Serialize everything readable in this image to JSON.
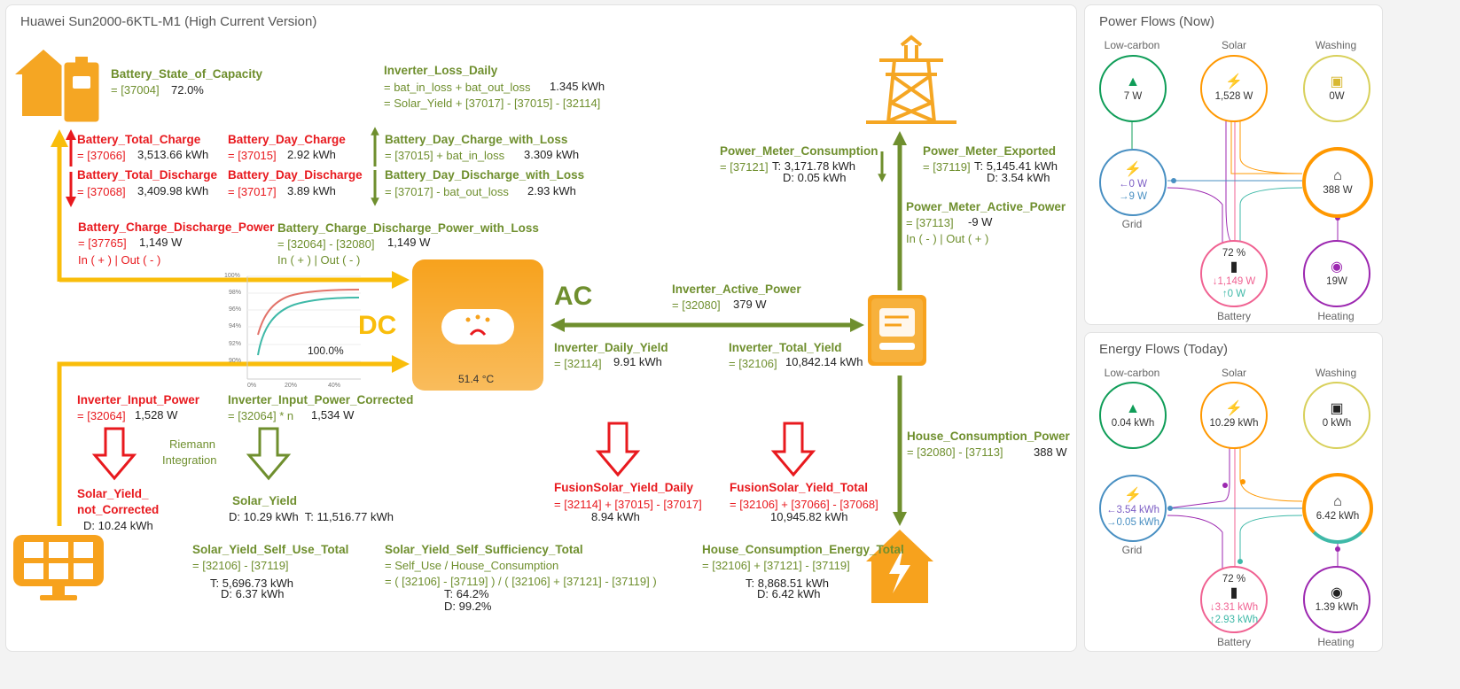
{
  "main": {
    "title": "Huawei Sun2000-6KTL-M1 (High Current Version)",
    "battery_soc": {
      "name": "Battery_State_of_Capacity",
      "formula": "= [37004]",
      "value": "72.0%"
    },
    "inv_loss": {
      "name": "Inverter_Loss_Daily",
      "formula1": "= bat_in_loss + bat_out_loss",
      "value": "1.345 kWh",
      "formula2": "= Solar_Yield + [37017] - [37015] - [32114]"
    },
    "bat_total_charge": {
      "name": "Battery_Total_Charge",
      "reg": "= [37066]",
      "value": "3,513.66 kWh"
    },
    "bat_total_discharge": {
      "name": "Battery_Total_Discharge",
      "reg": "= [37068]",
      "value": "3,409.98 kWh"
    },
    "bat_day_charge": {
      "name": "Battery_Day_Charge",
      "reg": "= [37015]",
      "value": "2.92 kWh"
    },
    "bat_day_discharge": {
      "name": "Battery_Day_Discharge",
      "reg": "= [37017]",
      "value": "3.89 kWh"
    },
    "bat_day_charge_loss": {
      "name": "Battery_Day_Charge_with_Loss",
      "formula": "= [37015] + bat_in_loss",
      "value": "3.309 kWh"
    },
    "bat_day_discharge_loss": {
      "name": "Battery_Day_Discharge_with_Loss",
      "formula": "= [37017] - bat_out_loss",
      "value": "2.93 kWh"
    },
    "bat_cd_power": {
      "name": "Battery_Charge_Discharge_Power",
      "reg": "= [37765]",
      "value": "1,149 W",
      "dir": "In ( + ) | Out ( - )"
    },
    "bat_cd_power_loss": {
      "name": "Battery_Charge_Discharge_Power_with_Loss",
      "formula": "= [32064] - [32080]",
      "value": "1,149 W",
      "dir": "In ( + ) | Out ( - )"
    },
    "efficiency": {
      "value": "100.0%",
      "y_ticks": [
        "100%",
        "98%",
        "96%",
        "94%",
        "92%",
        "90%"
      ],
      "x_ticks": [
        "0%",
        "20%",
        "40%"
      ]
    },
    "dc_label": "DC",
    "ac_label": "AC",
    "inverter_temp": "51.4 °C",
    "inv_input_power": {
      "name": "Inverter_Input_Power",
      "reg": "= [32064]",
      "value": "1,528 W"
    },
    "inv_input_power_corr": {
      "name": "Inverter_Input_Power_Corrected",
      "formula": "= [32064] * n",
      "value": "1,534 W"
    },
    "riemann": {
      "line1": "Riemann",
      "line2": "Integration"
    },
    "solar_yield_nc": {
      "name1": "Solar_Yield_",
      "name2": "not_Corrected",
      "value": "D: 10.24 kWh"
    },
    "solar_yield": {
      "name": "Solar_Yield",
      "value": "D: 10.29 kWh  T: 11,516.77 kWh"
    },
    "self_use": {
      "name": "Solar_Yield_Self_Use_Total",
      "formula": "= [32106] - [37119]",
      "t": "T: 5,696.73 kWh",
      "d": "D: 6.37 kWh"
    },
    "self_suff": {
      "name": "Solar_Yield_Self_Sufficiency_Total",
      "formula1": "= Self_Use / House_Consumption",
      "formula2": "= ( [32106] - [37119] ) / ( [32106] + [37121] - [37119] )",
      "t": "T: 64.2%",
      "d": "D: 99.2%"
    },
    "inv_active_power": {
      "name": "Inverter_Active_Power",
      "reg": "= [32080]",
      "value": "379 W"
    },
    "inv_daily_yield": {
      "name": "Inverter_Daily_Yield",
      "reg": "= [32114]",
      "value": "9.91 kWh"
    },
    "inv_total_yield": {
      "name": "Inverter_Total_Yield",
      "reg": "= [32106]",
      "value": "10,842.14 kWh"
    },
    "fs_daily": {
      "name": "FusionSolar_Yield_Daily",
      "formula": "= [32114] + [37015] - [37017]",
      "value": "8.94 kWh"
    },
    "fs_total": {
      "name": "FusionSolar_Yield_Total",
      "formula": "= [32106] + [37066] - [37068]",
      "value": "10,945.82 kWh"
    },
    "pm_consumption": {
      "name": "Power_Meter_Consumption",
      "reg": "= [37121]",
      "t": "T: 3,171.78 kWh",
      "d": "D: 0.05 kWh"
    },
    "pm_exported": {
      "name": "Power_Meter_Exported",
      "reg": "= [37119]",
      "t": "T: 5,145.41 kWh",
      "d": "D: 3.54 kWh"
    },
    "pm_active_power": {
      "name": "Power_Meter_Active_Power",
      "reg": "= [37113]",
      "value": "-9 W",
      "dir": "In ( - ) | Out ( + )"
    },
    "house_power": {
      "name": "House_Consumption_Power",
      "formula": "= [32080] - [37113]",
      "value": "388 W"
    },
    "house_energy": {
      "name": "House_Consumption_Energy_Total",
      "formula": "= [32106] + [37121] - [37119]",
      "t": "T: 8,868.51 kWh",
      "d": "D: 6.42 kWh"
    }
  },
  "power_flows": {
    "title": "Power Flows (Now)",
    "low_carbon": {
      "label": "Low-carbon",
      "value": "7 W"
    },
    "solar": {
      "label": "Solar",
      "value": "1,528 W"
    },
    "washing": {
      "label": "Washing",
      "value": "0W"
    },
    "grid": {
      "label": "Grid",
      "out": "←0 W",
      "in": "→9 W"
    },
    "home": {
      "value": "388 W"
    },
    "battery": {
      "label": "Battery",
      "pct": "72 %",
      "out": "↓1,149 W",
      "in": "↑0 W"
    },
    "heating": {
      "label": "Heating",
      "value": "19W"
    }
  },
  "energy_flows": {
    "title": "Energy Flows (Today)",
    "low_carbon": {
      "label": "Low-carbon",
      "value": "0.04 kWh"
    },
    "solar": {
      "label": "Solar",
      "value": "10.29 kWh"
    },
    "washing": {
      "label": "Washing",
      "value": "0 kWh"
    },
    "grid": {
      "label": "Grid",
      "out": "←3.54 kWh",
      "in": "→0.05 kWh"
    },
    "home": {
      "value": "6.42 kWh"
    },
    "battery": {
      "label": "Battery",
      "pct": "72 %",
      "out": "↓3.31 kWh",
      "in": "↑2.93 kWh"
    },
    "heating": {
      "label": "Heating",
      "value": "1.39 kWh"
    }
  },
  "colors": {
    "green": "#6f8f2e",
    "red": "#e8191e",
    "orange": "#f5a623",
    "yellow": "#f9bd0b",
    "solar": "#ff9800",
    "grid": "#488fc2",
    "battery": "#f06292",
    "lowcarbon": "#0f9d58",
    "washing": "#d8d05a",
    "heating": "#9c27b0",
    "home": "#ff9800"
  },
  "icons": [
    "house-battery-icon",
    "transmission-tower-icon",
    "solar-panel-icon",
    "house-lightning-icon",
    "inverter-icon",
    "smart-meter-icon",
    "tree-icon",
    "solar-power-icon",
    "washing-machine-icon",
    "home-icon",
    "battery-icon",
    "heating-icon"
  ]
}
